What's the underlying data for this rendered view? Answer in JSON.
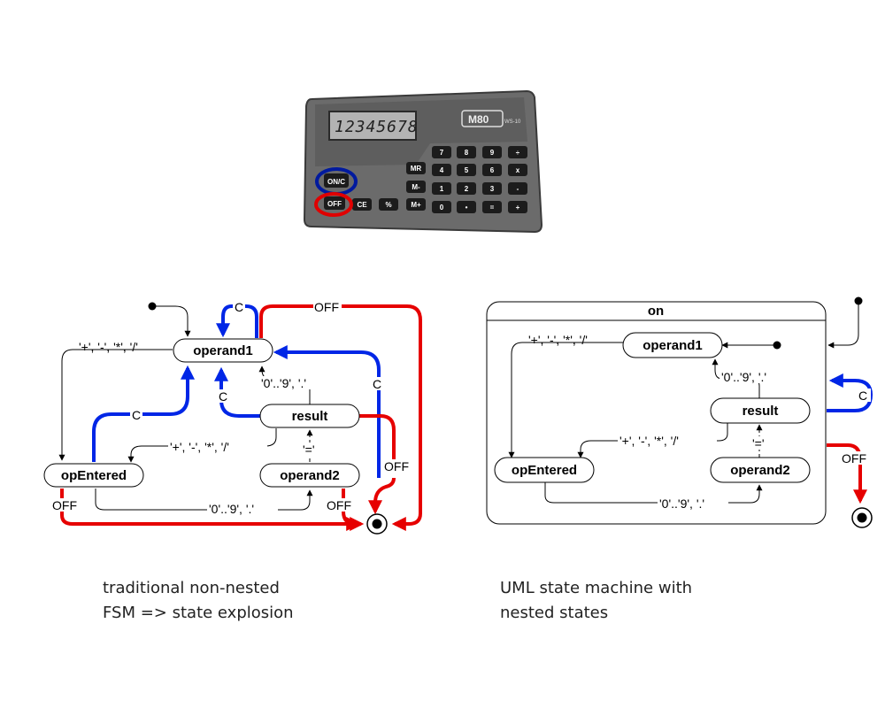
{
  "calculator": {
    "display": "12345678",
    "brand": "M80",
    "model": "WS-10",
    "keys": {
      "on_c": "ON/C",
      "off": "OFF",
      "ce": "CE",
      "percent": "%",
      "m_plus": "M+",
      "mrc": "MR",
      "m_minus": "M-",
      "k7": "7",
      "k8": "8",
      "k9": "9",
      "div": "÷",
      "k4": "4",
      "k5": "5",
      "k6": "6",
      "mul": "x",
      "k1": "1",
      "k2": "2",
      "k3": "3",
      "minus": "-",
      "k0": "0",
      "dot": "•",
      "eq": "=",
      "plus": "+"
    },
    "highlight_colors": {
      "on_c": "#001a9e",
      "off": "#e00000"
    }
  },
  "left_diagram": {
    "states": {
      "operand1": "operand1",
      "result": "result",
      "opEntered": "opEntered",
      "operand2": "operand2"
    },
    "labels": {
      "off_top": "OFF",
      "c_top": "C",
      "ops_top": "'+', '-', '*',  '/'",
      "digits_op1": "'0'..'9', '.'",
      "c_result": "C",
      "c_operand2": "C",
      "c_opentered": "C",
      "ops_result": "'+', '-', '*',  '/'",
      "eq": "'='",
      "off_operand2": "OFF",
      "digits_op2": "'0'..'9', '.'",
      "off_opentered": "OFF",
      "off_bottom": "OFF"
    }
  },
  "right_diagram": {
    "superstate": "on",
    "states": {
      "operand1": "operand1",
      "result": "result",
      "opEntered": "opEntered",
      "operand2": "operand2"
    },
    "labels": {
      "ops_top": "'+', '-', '*',  '/'",
      "digits_op1": "'0'..'9', '.'",
      "ops_result": "'+', '-', '*',  '/'",
      "eq": "'='",
      "digits_op2": "'0'..'9', '.'",
      "c": "C",
      "off": "OFF"
    }
  },
  "captions": {
    "left_line1": "traditional non-nested",
    "left_line2": "FSM => state explosion",
    "right_line1": "UML state machine with",
    "right_line2": "nested states"
  },
  "colors": {
    "blue": "#0026e6",
    "red": "#e60000",
    "black": "#000000",
    "calculator_body": "#6b6b6b"
  }
}
